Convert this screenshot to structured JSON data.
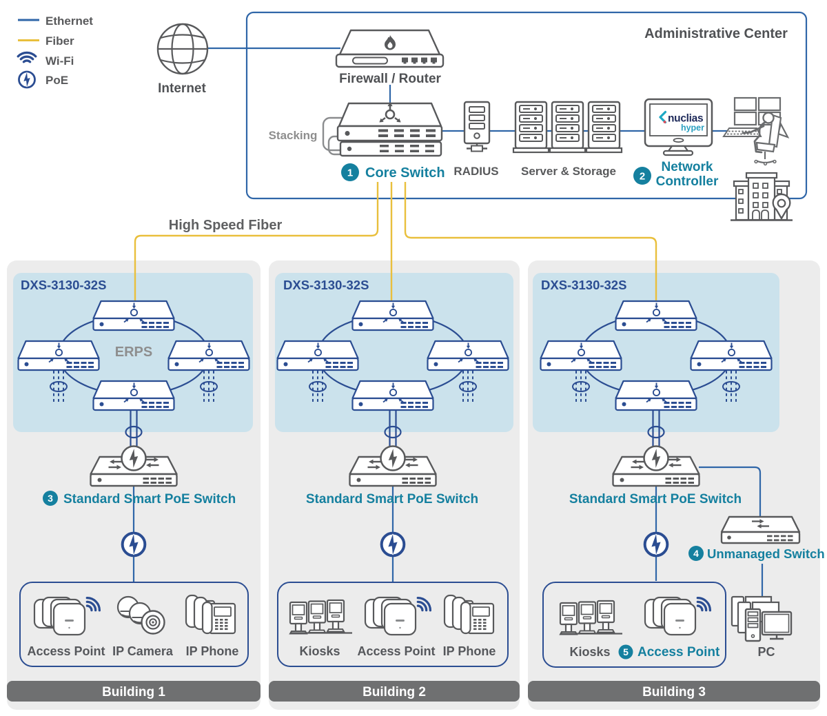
{
  "colors": {
    "ethernet_line": "#2F66A8",
    "fiber_line": "#E9BF3C",
    "icon_navy": "#2B4D92",
    "icon_gray": "#58595B",
    "accent_teal": "#15809F",
    "building_bg": "#ECECEC",
    "dxs_bg": "#CBE2EC",
    "footer_bar": "#6F7071"
  },
  "legend": {
    "items": [
      {
        "label": "Ethernet"
      },
      {
        "label": "Fiber"
      },
      {
        "label": "Wi-Fi"
      },
      {
        "label": "PoE"
      }
    ]
  },
  "internet_label": "Internet",
  "admin": {
    "title": "Administrative Center",
    "firewall_label": "Firewall / Router",
    "stacking_label": "Stacking",
    "core_switch": {
      "num": "1",
      "label": "Core Switch"
    },
    "radius_label": "RADIUS",
    "server_storage_label": "Server & Storage",
    "network_controller": {
      "num": "2",
      "line1": "Network",
      "line2": "Controller"
    },
    "nuclias": {
      "brand": "nuclias",
      "sub": "hyper"
    }
  },
  "fiber_label": "High Speed Fiber",
  "buildings": [
    {
      "model": "DXS-3130-32S",
      "ring_label": "ERPS",
      "poe_switch": {
        "num": "3",
        "label": "Standard Smart PoE Switch"
      },
      "devices": [
        {
          "label": "Access Point"
        },
        {
          "label": "IP Camera"
        },
        {
          "label": "IP Phone"
        }
      ],
      "footer": "Building 1"
    },
    {
      "model": "DXS-3130-32S",
      "poe_switch": {
        "label": "Standard Smart PoE Switch"
      },
      "devices": [
        {
          "label": "Kiosks"
        },
        {
          "label": "Access Point"
        },
        {
          "label": "IP Phone"
        }
      ],
      "footer": "Building 2"
    },
    {
      "model": "DXS-3130-32S",
      "poe_switch": {
        "label": "Standard Smart PoE Switch"
      },
      "unmanaged_switch": {
        "num": "4",
        "label": "Unmanaged Switch"
      },
      "devices": [
        {
          "label": "Kiosks"
        },
        {
          "num": "5",
          "label": "Access Point"
        },
        {
          "label": "PC"
        }
      ],
      "footer": "Building 3"
    }
  ]
}
